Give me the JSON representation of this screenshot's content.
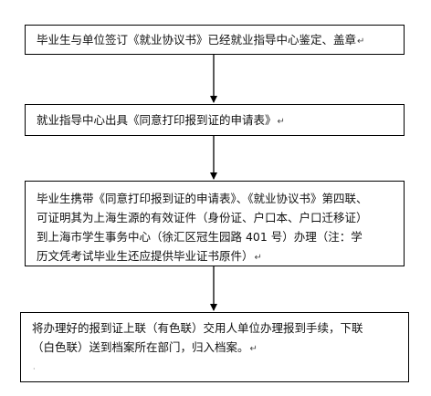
{
  "flowchart": {
    "steps": [
      {
        "lines": [
          "毕业生与单位签订《就业协议书》已经就业指导中心鉴定、盖章"
        ]
      },
      {
        "lines": [
          "就业指导中心出具《同意打印报到证的申请表》"
        ]
      },
      {
        "lines": [
          "毕业生携带《同意打印报到证的申请表》、《就业协议书》第四联、",
          "可证明其为上海生源的有效证件（身份证、户口本、户口迁移证）",
          "到上海市学生事务中心（徐汇区冠生园路 401 号）办理（注：学",
          "历文凭考试毕业生还应提供毕业证书原件）"
        ]
      },
      {
        "lines": [
          "将办理好的报到证上联（有色联）交用人单位办理报到手续，下联",
          "（白色联）送到档案所在部门，归入档案。"
        ]
      }
    ],
    "paragraph_mark": "↵"
  }
}
